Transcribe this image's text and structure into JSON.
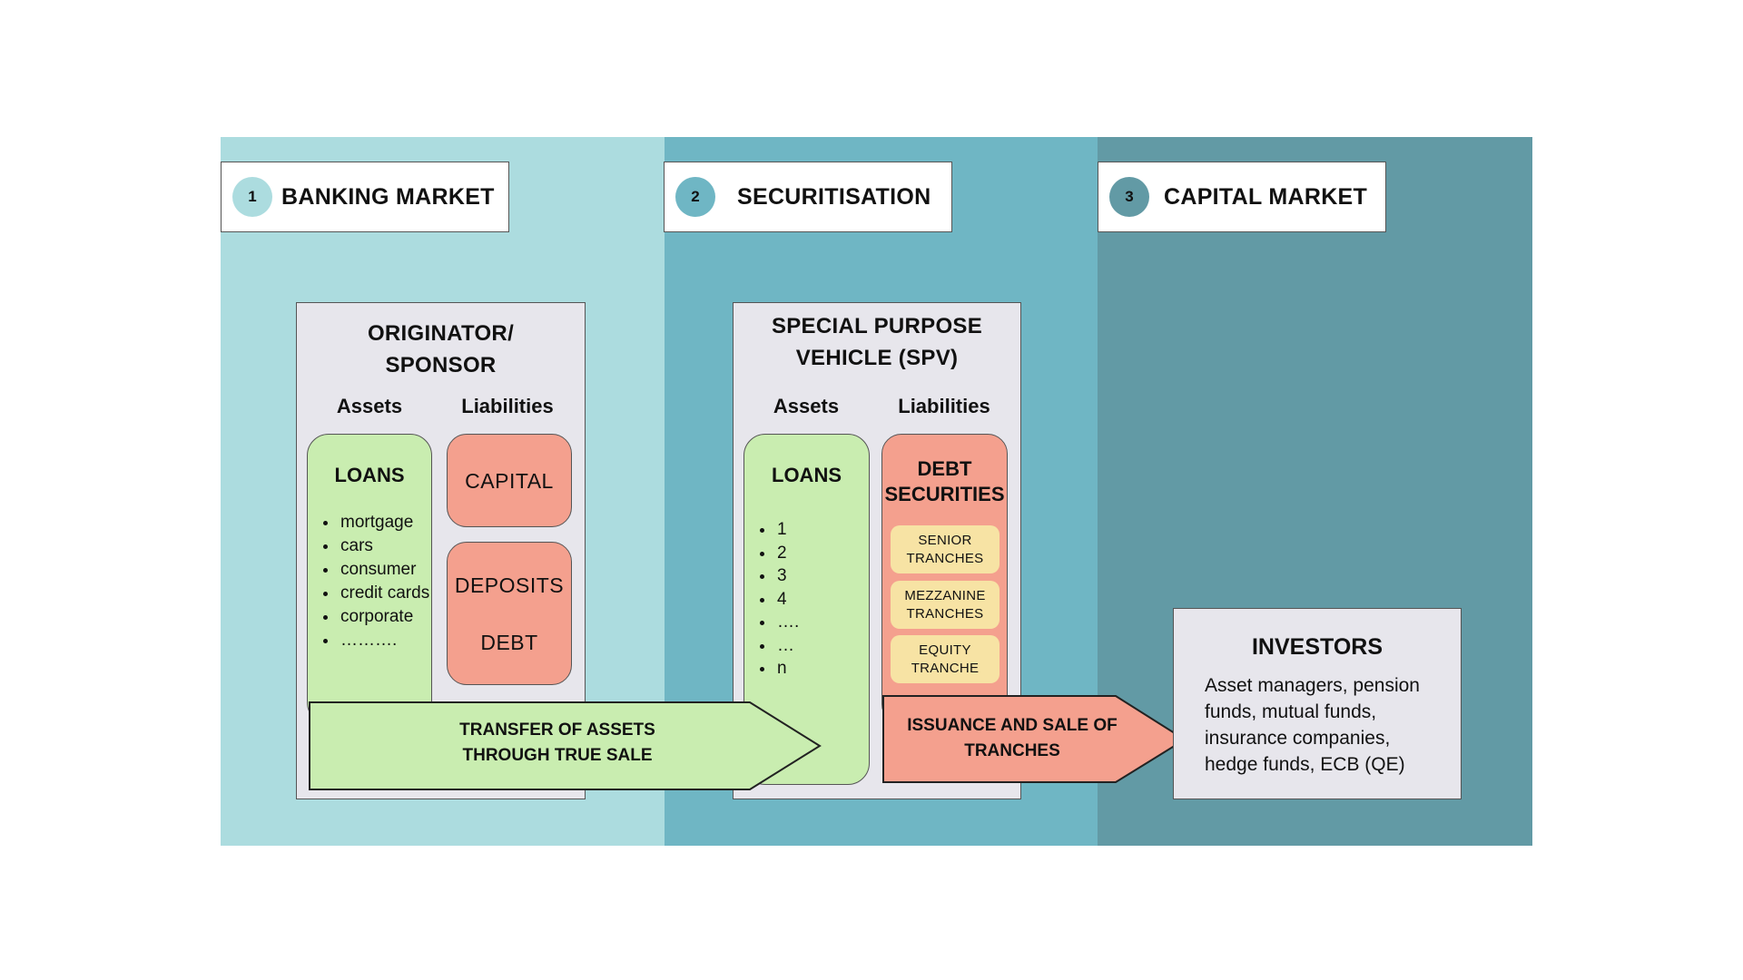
{
  "colors": {
    "banking_market": "#acdcdf",
    "securitisation": "#6fb6c4",
    "capital_market": "#629aa5",
    "box_gray": "#e7e6ec",
    "asset_green": "#c9edb0",
    "liability_red": "#f4a08e",
    "tranche_yellow": "#f7e3a4"
  },
  "sections": [
    {
      "number": "1",
      "title": "BANKING MARKET"
    },
    {
      "number": "2",
      "title": "SECURITISATION"
    },
    {
      "number": "3",
      "title": "CAPITAL MARKET"
    }
  ],
  "originator": {
    "title_line1": "ORIGINATOR/",
    "title_line2": "SPONSOR",
    "assets_label": "Assets",
    "liabilities_label": "Liabilities",
    "loans_title": "LOANS",
    "loan_items": [
      "mortgage",
      "cars",
      "consumer",
      "credit cards",
      "corporate",
      "………."
    ],
    "capital_label": "CAPITAL",
    "deposits_label": "DEPOSITS",
    "debt_label": "DEBT"
  },
  "spv": {
    "title_line1": "SPECIAL PURPOSE",
    "title_line2": "VEHICLE (SPV)",
    "assets_label": "Assets",
    "liabilities_label": "Liabilities",
    "loans_title": "LOANS",
    "loan_items": [
      "1",
      "2",
      "3",
      "4",
      "….",
      "…",
      "n"
    ],
    "debt_title_line1": "DEBT",
    "debt_title_line2": "SECURITIES",
    "tranches": [
      {
        "line1": "SENIOR",
        "line2": "TRANCHES"
      },
      {
        "line1": "MEZZANINE",
        "line2": "TRANCHES"
      },
      {
        "line1": "EQUITY",
        "line2": "TRANCHE"
      }
    ]
  },
  "arrows": {
    "transfer_line1": "TRANSFER OF ASSETS",
    "transfer_line2": "THROUGH TRUE SALE",
    "issuance_line1": "ISSUANCE AND SALE OF",
    "issuance_line2": "TRANCHES"
  },
  "investors": {
    "title": "INVESTORS",
    "line1": "Asset managers, pension",
    "line2": "funds, mutual funds,",
    "line3": "insurance companies,",
    "line4": "hedge funds, ECB (QE)"
  }
}
